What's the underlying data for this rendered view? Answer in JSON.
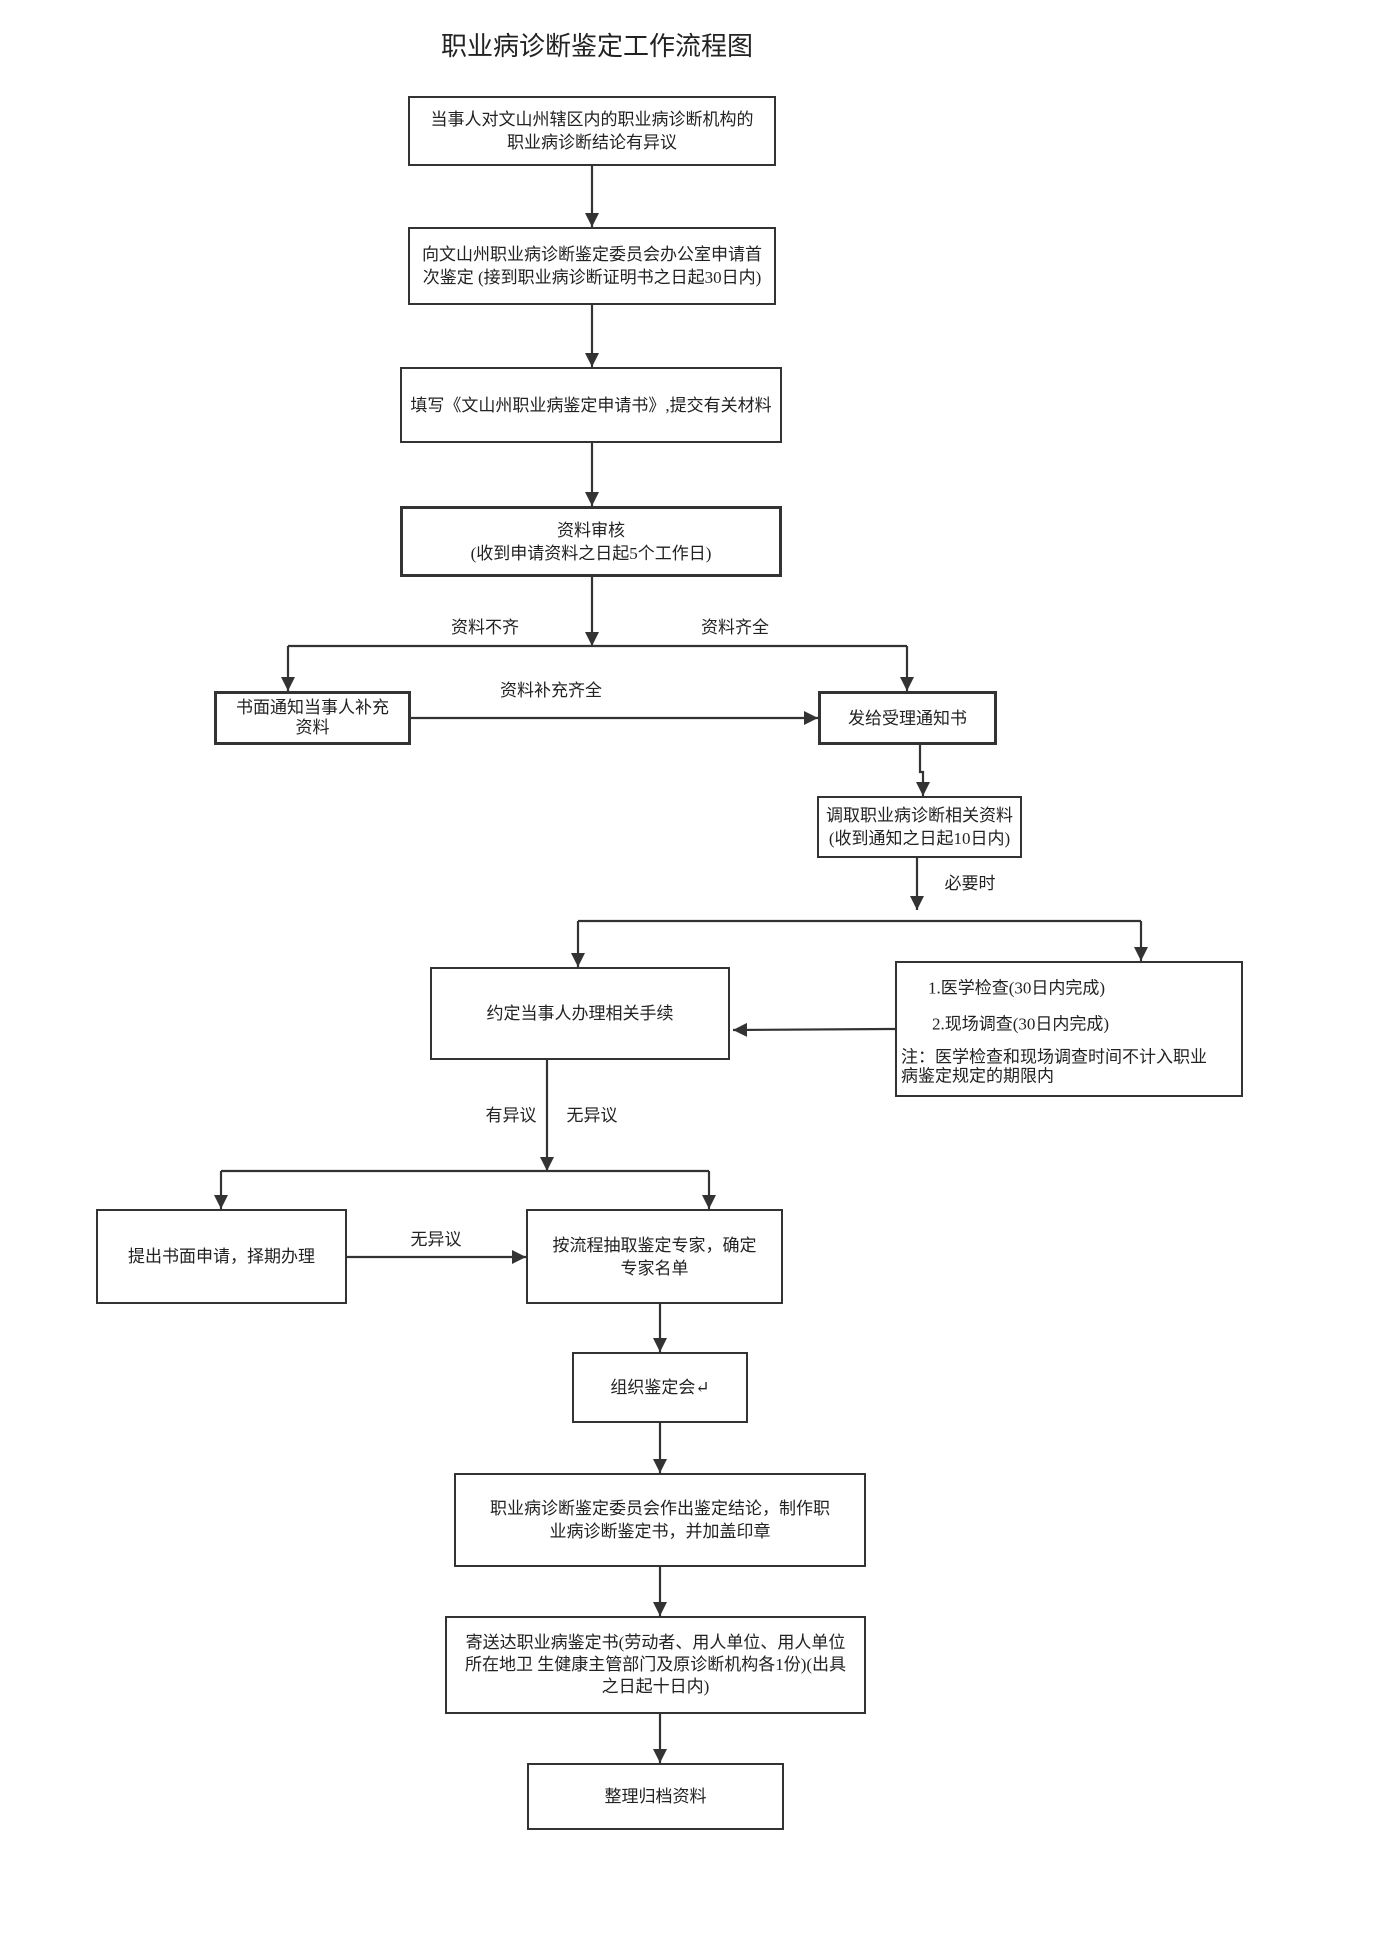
{
  "title": "职业病诊断鉴定工作流程图",
  "nodes": {
    "dispute": [
      "当事人对文山州辖区内的职业病诊断机构的",
      "职业病诊断结论有异议"
    ],
    "first_appraisal_application": [
      "向文山州职业病诊断鉴定委员会办公室申请首",
      "次鉴定 (接到职业病诊断证明书之日起30日内)"
    ],
    "fill_application_form": [
      "填写《文山州职业病鉴定申请书》,提交有关材料"
    ],
    "document_review": [
      "资料审核",
      "(收到申请资料之日起5个工作日)"
    ],
    "notify_supplement": [
      "书面通知当事人补充",
      "资料"
    ],
    "issue_acceptance_notice": [
      "发给受理通知书"
    ],
    "retrieve_diagnosis_materials": [
      "调取职业病诊断相关资料",
      "(收到通知之日起10日内)"
    ],
    "arrange_procedures": [
      "约定当事人办理相关手续"
    ],
    "medical_and_site_investigation": {
      "items": [
        "1.医学检查(30日内完成)",
        "2.现场调查(30日内完成)"
      ],
      "note": [
        "注：医学检查和现场调查时间不计入职业",
        "病鉴定规定的期限内"
      ]
    },
    "written_application": [
      "提出书面申请，择期办理"
    ],
    "select_experts": [
      "按流程抽取鉴定专家，确定",
      "专家名单"
    ],
    "organize_meeting": [
      "组织鉴定会↵"
    ],
    "make_conclusion": [
      "职业病诊断鉴定委员会作出鉴定结论，制作职",
      "业病诊断鉴定书，并加盖印章"
    ],
    "deliver_certificate": [
      "寄送达职业病鉴定书(劳动者、用人单位、用人单位",
      "所在地卫 生健康主管部门及原诊断机构各1份)(出具",
      "之日起十日内)"
    ],
    "archive_materials": [
      "整理归档资料"
    ]
  },
  "edge_labels": {
    "incomplete": "资料不齐",
    "complete": "资料齐全",
    "supplemented": "资料补充齐全",
    "when_necessary": "必要时",
    "objection": "有异议",
    "no_objection": "无异议",
    "no_objection_2": "无异议"
  }
}
